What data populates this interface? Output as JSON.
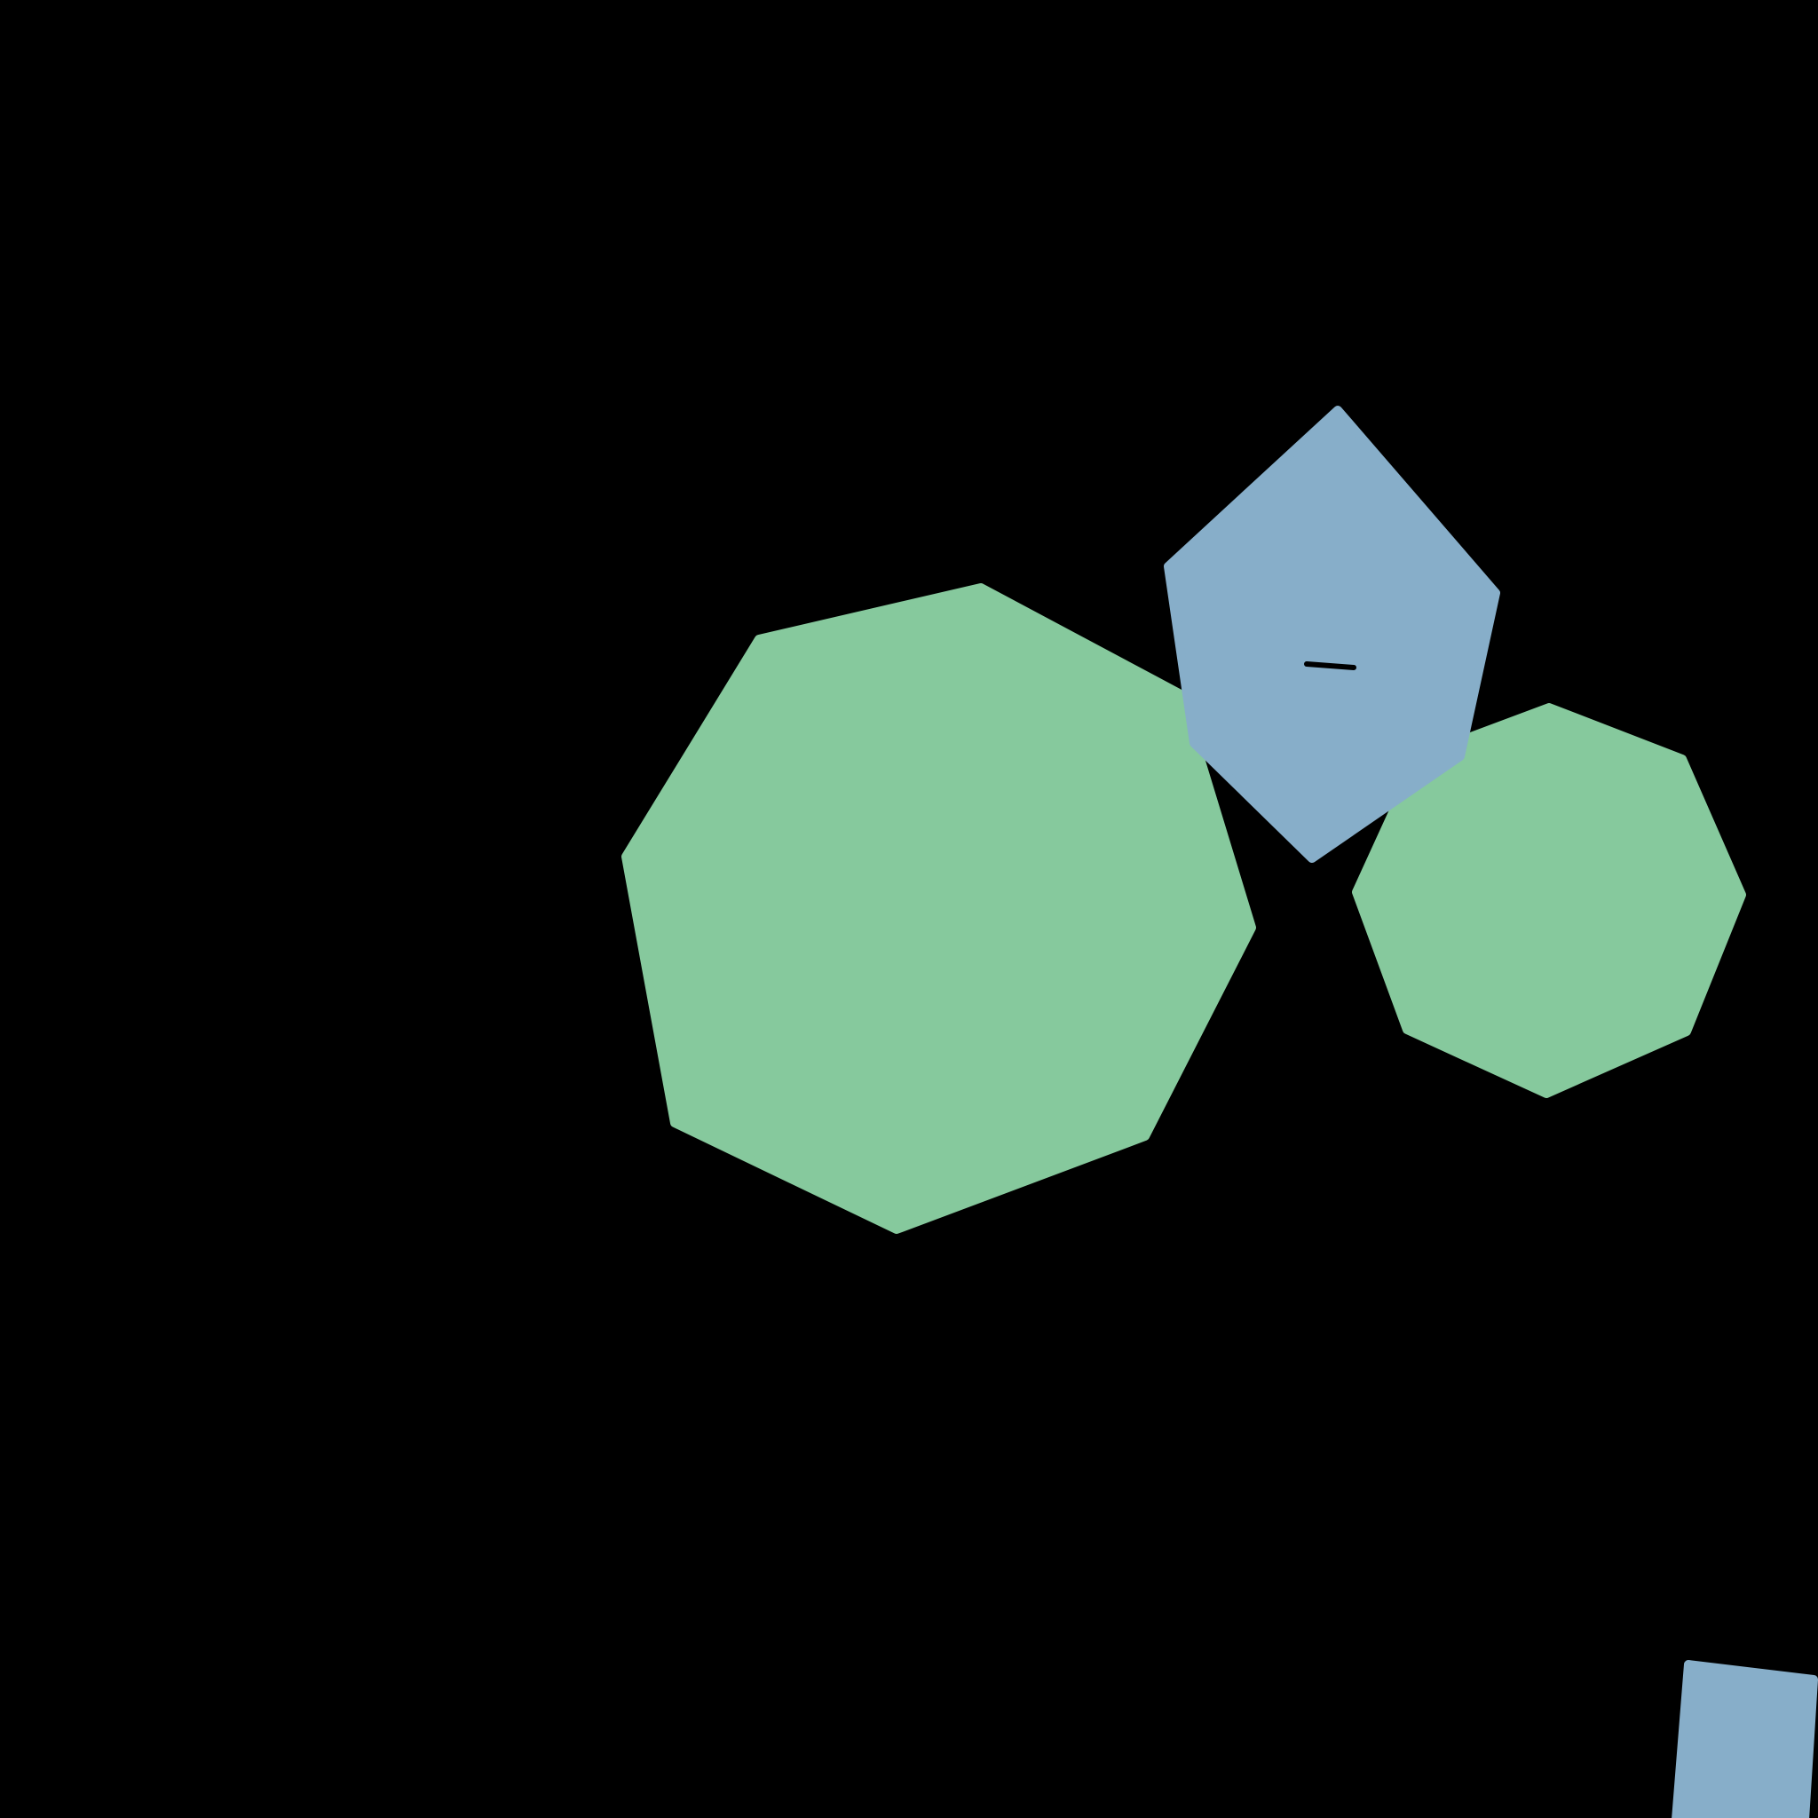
{
  "scene": {
    "background_color": "#000000",
    "shapes": [
      {
        "name": "large-green-octagon-shape",
        "kind": "octagon",
        "color": "#86c99d"
      },
      {
        "name": "small-green-octagon-shape",
        "kind": "octagon",
        "color": "#86c99d"
      },
      {
        "name": "blue-hexagon-shape",
        "kind": "hexagon",
        "color": "#87aec9"
      },
      {
        "name": "blue-square-shape",
        "kind": "square",
        "color": "#87aec9"
      }
    ],
    "marks": [
      {
        "name": "dash-mark",
        "kind": "short-line",
        "color": "#000000"
      }
    ]
  }
}
